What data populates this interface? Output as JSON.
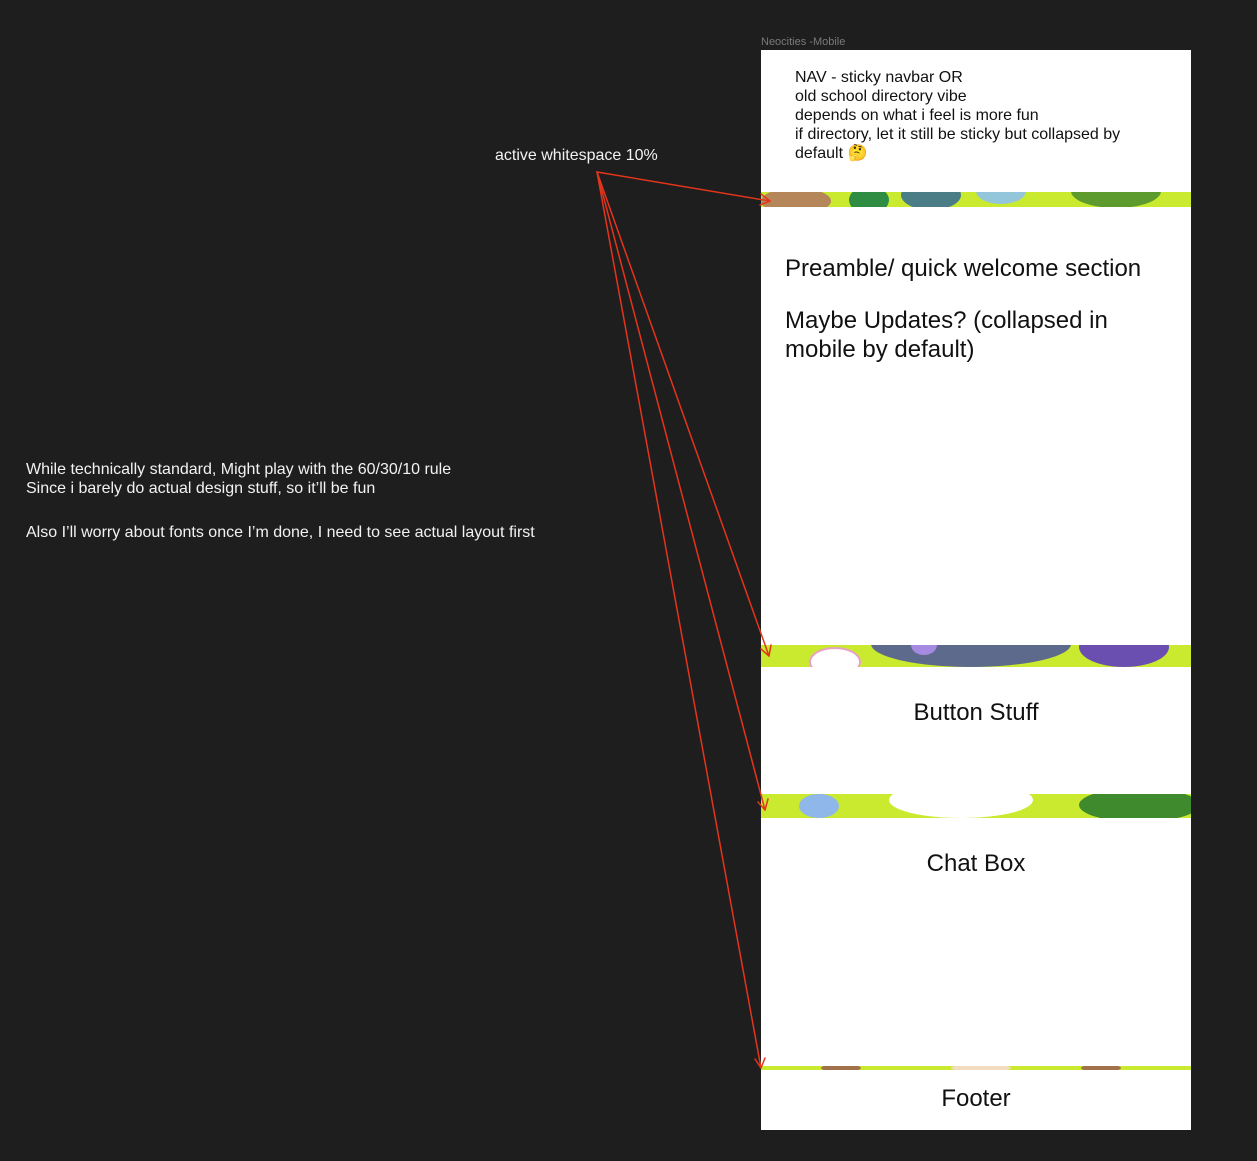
{
  "frame": {
    "label": "Neocities -Mobile"
  },
  "nav": {
    "lines": [
      "NAV - sticky navbar OR",
      "old school directory vibe",
      "depends on what i feel is more fun",
      "if directory, let it still be sticky but collapsed by",
      "default 🤔"
    ]
  },
  "preamble": {
    "line1": "Preamble/ quick welcome section",
    "line2": "Maybe Updates? (collapsed in mobile by default)"
  },
  "sections": {
    "buttons": "Button Stuff",
    "chat": "Chat Box",
    "footer": "Footer"
  },
  "annotations": {
    "whitespace": "active whitespace 10%",
    "rule_line1": "While technically standard, Might play with the 60/30/10 rule",
    "rule_line2": "Since i barely do actual design stuff, so it’ll be fun",
    "fonts": "Also I’ll worry about fonts once I’m done, I need to see actual layout first"
  },
  "colors": {
    "canvas": "#1e1e1e",
    "strip": "#c9ea2f",
    "arrow": "#e4341c"
  }
}
